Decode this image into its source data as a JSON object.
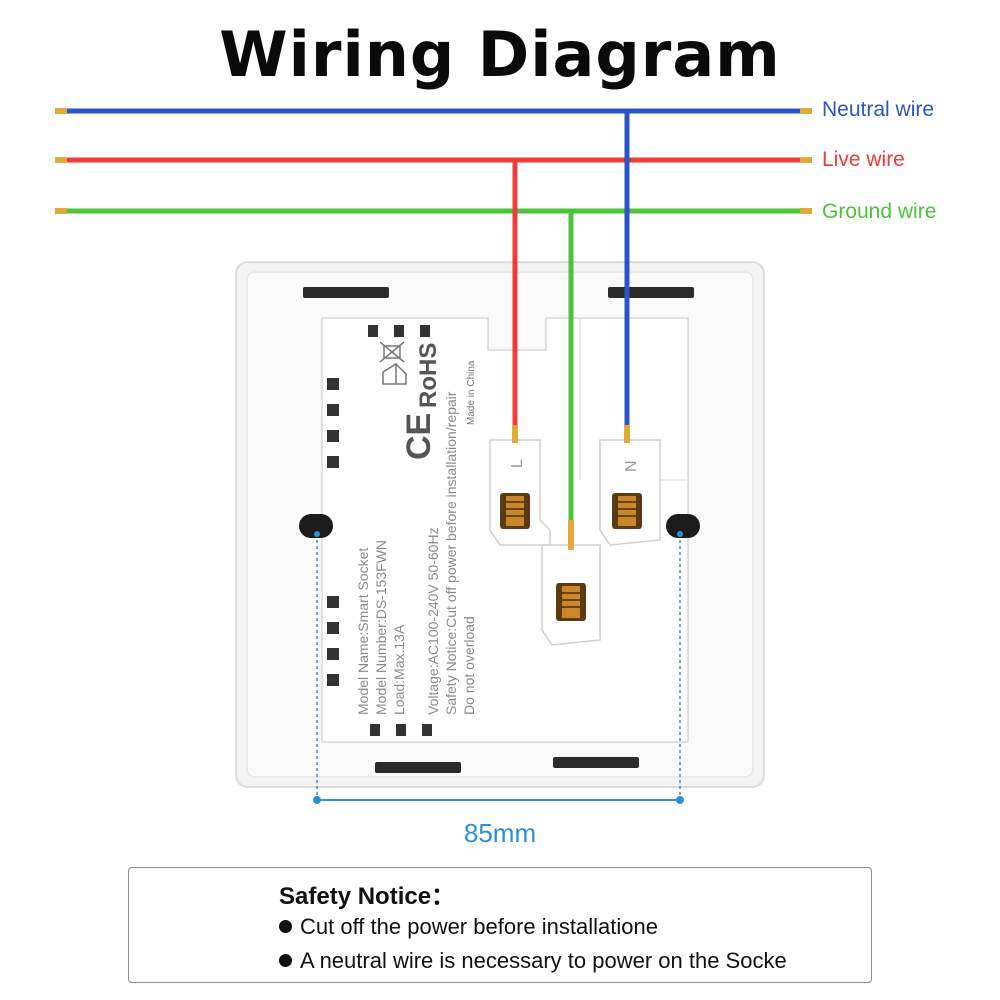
{
  "title": "Wiring Diagram",
  "wires": [
    {
      "key": "neutral",
      "label": "Neutral wire",
      "color": "#2a55c5"
    },
    {
      "key": "live",
      "label": "Live wire",
      "color": "#ee3b3b"
    },
    {
      "key": "ground",
      "label": "Ground wire",
      "color": "#4cc437"
    }
  ],
  "panel": {
    "rohs": "RoHS",
    "ce": "CE",
    "made_in": "Made in China",
    "spec_lines": [
      "Model Name:Smart Socket",
      "Model Number:DS-153FWN",
      "Load:Max.13A",
      "Voltage:AC100-240V 50-60Hz",
      "Safety Notice:Cut off power before installation/repair",
      "Do not overload"
    ],
    "terminal_l": "L",
    "terminal_n": "N"
  },
  "dimension": "85mm",
  "safety": {
    "title": "Safety Notice：",
    "lines": [
      "Cut off the power before installatione",
      "A neutral wire is necessary to power on the Socke"
    ]
  },
  "colors": {
    "accent": "#2d8fd6",
    "warning": "#f6b53a",
    "warning_mark": "#d42020"
  }
}
